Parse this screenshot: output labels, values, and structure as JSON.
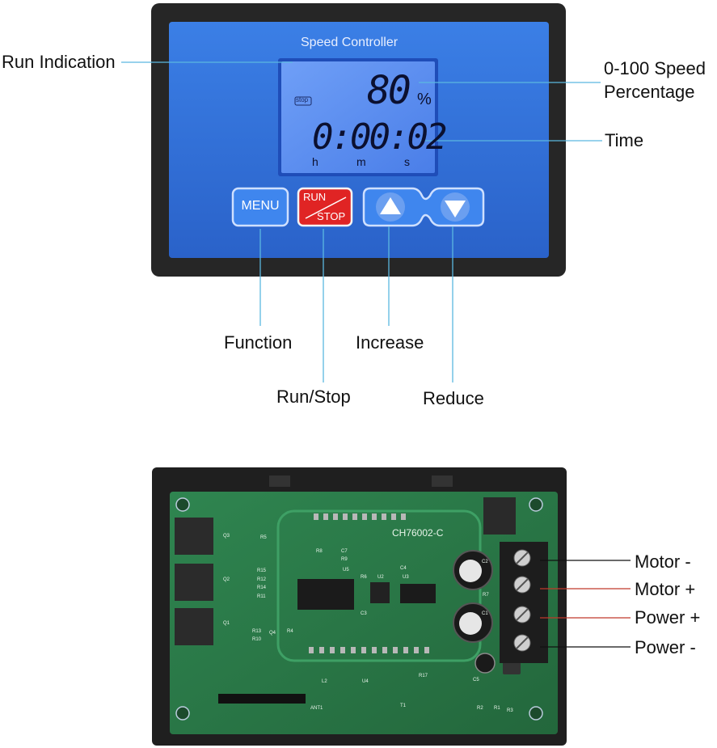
{
  "device": {
    "title": "Speed Controller",
    "stop_indicator": "stop",
    "speed_value": "80",
    "speed_unit": "%",
    "time_value": "0:00:02",
    "time_units": [
      "h",
      "m",
      "s"
    ],
    "buttons": {
      "menu": "MENU",
      "run": "RUN",
      "stop": "STOP"
    }
  },
  "labels": {
    "run_indication": "Run Indication",
    "speed_percentage_line1": "0-100 Speed",
    "speed_percentage_line2": "Percentage",
    "time": "Time",
    "function": "Function",
    "increase": "Increase",
    "run_stop": "Run/Stop",
    "reduce": "Reduce",
    "motor_minus": "Motor -",
    "motor_plus": "Motor +",
    "power_plus": "Power +",
    "power_minus": "Power -"
  },
  "board": {
    "model": "CH76002-C",
    "components": [
      "Q3",
      "Q2",
      "Q1",
      "R5",
      "R15",
      "R12",
      "R14",
      "R11",
      "R13",
      "R10",
      "R4",
      "Q4",
      "C7",
      "R8",
      "R9",
      "U5",
      "R6",
      "U2",
      "U3",
      "C4",
      "C3",
      "R7",
      "R17",
      "C2",
      "C1",
      "U4",
      "T1",
      "L2",
      "R3",
      "ANT1",
      "C5",
      "R2",
      "R1"
    ]
  },
  "colors": {
    "case": "#2a2a2a",
    "panel_blue": "#2f6fd6",
    "lcd": "#5a8ff0",
    "run_button": "#e02424",
    "pcb_green": "#2f7d4a",
    "callout_line": "#5bb8e0",
    "wire_red": "#c0392b"
  }
}
